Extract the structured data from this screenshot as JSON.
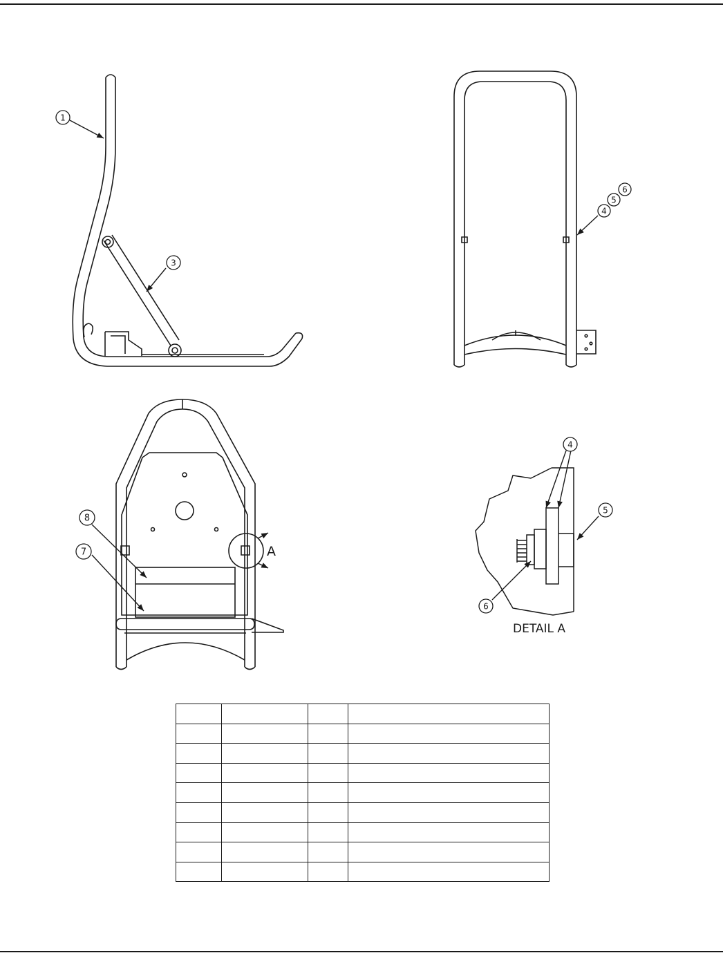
{
  "callouts": {
    "item1": "1",
    "item3": "3",
    "item4": "4",
    "item5": "5",
    "item6": "6",
    "item7": "7",
    "item8": "8",
    "detail_item4": "4",
    "detail_item5": "5",
    "detail_item6": "6",
    "section_marker": "A"
  },
  "detail_label": "DETAIL  A",
  "parts_table": {
    "rows": [
      [
        "",
        "",
        "",
        ""
      ],
      [
        "",
        "",
        "",
        ""
      ],
      [
        "",
        "",
        "",
        ""
      ],
      [
        "",
        "",
        "",
        ""
      ],
      [
        "",
        "",
        "",
        ""
      ],
      [
        "",
        "",
        "",
        ""
      ],
      [
        "",
        "",
        "",
        ""
      ],
      [
        "",
        "",
        "",
        ""
      ],
      [
        "",
        "",
        "",
        ""
      ]
    ]
  },
  "colors": {
    "line": "#1a1a1a",
    "paper": "#ffffff"
  }
}
